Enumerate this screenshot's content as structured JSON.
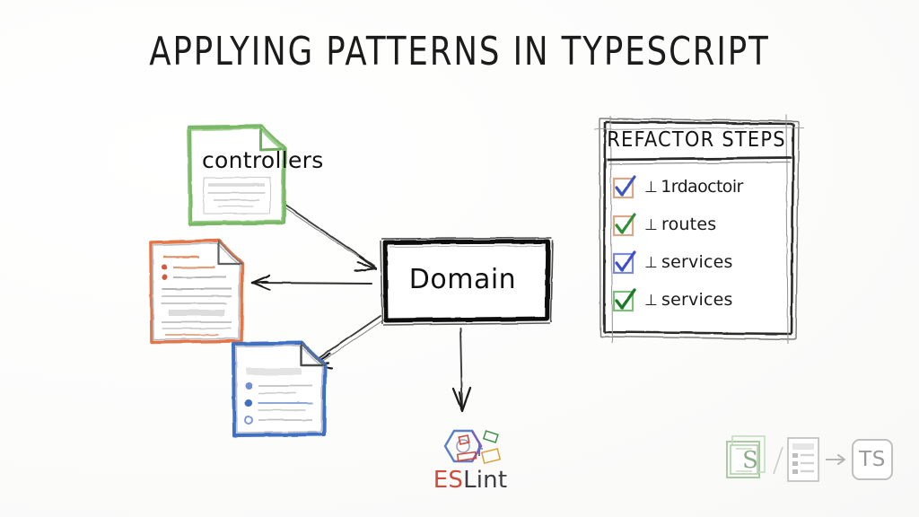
{
  "slide": {
    "title": "APPLYING PATTERNS IN TYPESCRIPT",
    "background_color": "#fdfdfc",
    "style": "hand-drawn whiteboard sketch"
  },
  "diagram": {
    "center_node": {
      "label": "Domain",
      "shape": "rectangle",
      "border_color": "#111111"
    },
    "documents": [
      {
        "id": "controllers",
        "label": "controllers",
        "accent_color": "#7ab867",
        "position": "top-left",
        "content_lines": 4
      },
      {
        "id": "orange-doc",
        "label": "",
        "accent_color": "#e2764a",
        "position": "mid-left",
        "content_lines": 9,
        "bullets": 2
      },
      {
        "id": "blue-doc",
        "label": "",
        "accent_color": "#3f6fc4",
        "position": "bottom-left",
        "content_lines": 6,
        "bullets": 3
      }
    ],
    "arrows": [
      {
        "from": "controllers",
        "to": "Domain",
        "direction": "down-right"
      },
      {
        "from": "Domain",
        "to": "orange-doc",
        "direction": "left"
      },
      {
        "from": "Domain",
        "to": "blue-doc",
        "direction": "down-left"
      },
      {
        "from": "Domain",
        "to": "eslint",
        "direction": "down"
      }
    ]
  },
  "checklist": {
    "title": "REFACTOR STEPS",
    "items": [
      {
        "text": "1rdaoctoir",
        "tick": "⊥",
        "box_color": "#d8a887",
        "check_color": "#3b54c4",
        "checked": true
      },
      {
        "text": "routes",
        "tick": "⊥",
        "box_color": "#d8a887",
        "check_color": "#2e8f35",
        "checked": true
      },
      {
        "text": "services",
        "tick": "⊥",
        "box_color": "#7b8ad6",
        "check_color": "#4050c8",
        "checked": true
      },
      {
        "text": "services",
        "tick": "⊥",
        "box_color": "#7cbf78",
        "check_color": "#1f7a2a",
        "checked": true
      }
    ]
  },
  "eslint": {
    "name_prefix": "ES",
    "name_suffix": "Lint",
    "prefix_color": "#d14b3d",
    "suffix_color": "#3b3b42",
    "logo": "eslint-hexagon-logo"
  },
  "footer": {
    "source_icon_label": "S",
    "list_icon": "document-list-icon",
    "arrow": "→",
    "target_label": "TS",
    "icon_color": "#9a9a9a",
    "source_color": "#8aab85"
  }
}
